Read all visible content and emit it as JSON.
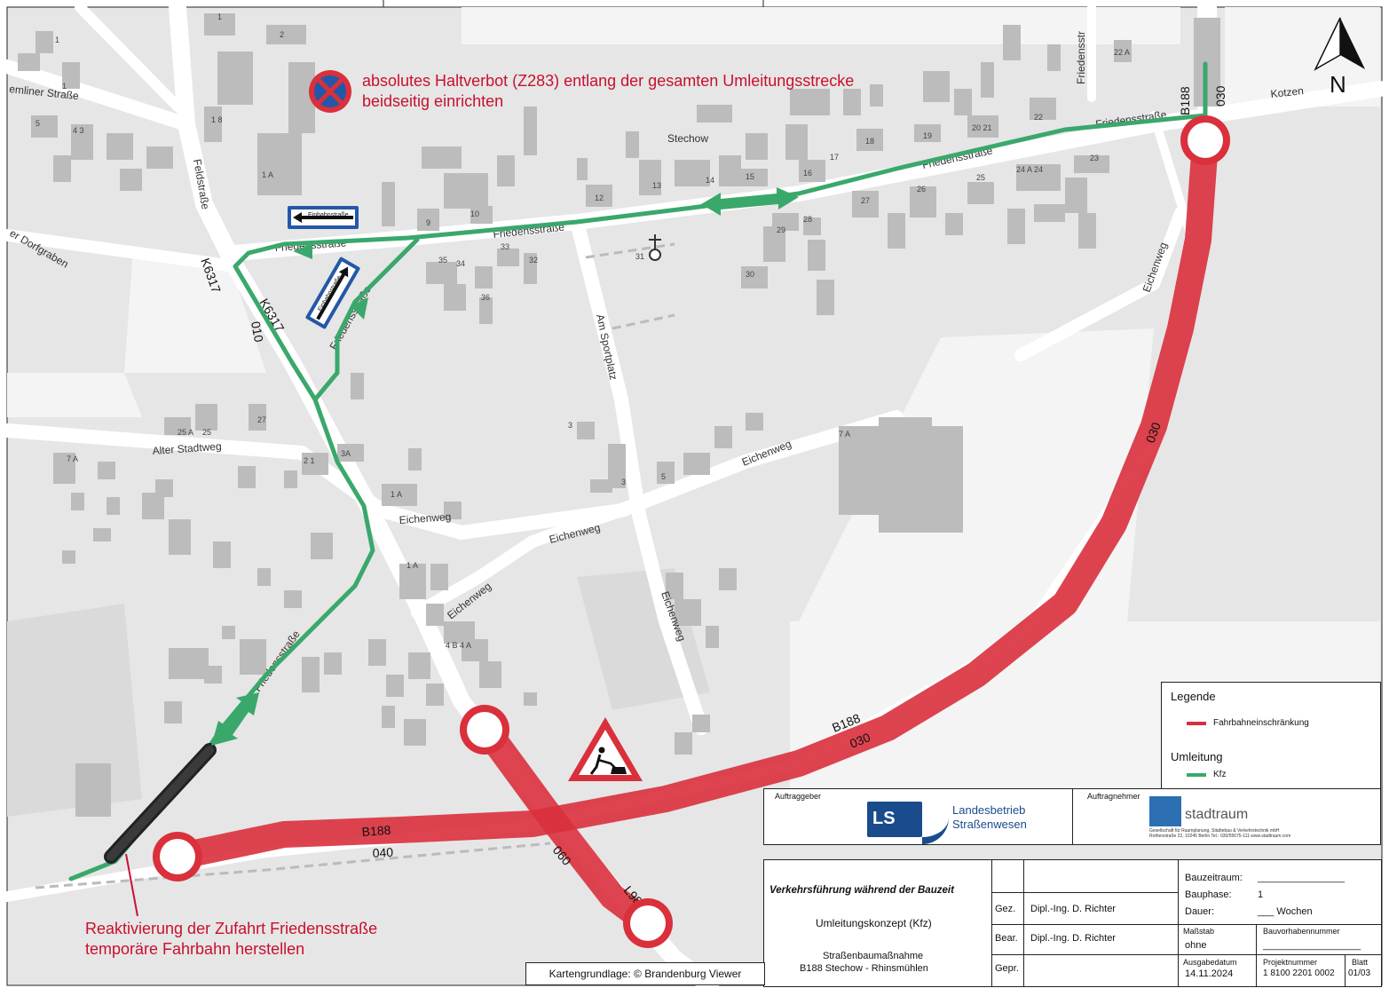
{
  "map": {
    "place_name": "Stechow",
    "north_label": "N",
    "notes": {
      "no_stopping_line1": "absolutes Haltverbot (Z283) entlang der gesamten Umleitungsstrecke",
      "no_stopping_line2": "beidseitig einrichten",
      "reactivation_line1": "Reaktivierung der Zufahrt Friedensstraße",
      "reactivation_line2": "temporäre Fahrbahn herstellen"
    },
    "one_way_sign": "Einbahnstraße",
    "streets": {
      "friedensstrasse": "Friedensstraße",
      "eichenweg": "Eichenweg",
      "am_sportplatz": "Am Sportplatz",
      "alter_stadtweg": "Alter Stadtweg",
      "kotzen": "Kotzen",
      "feldstrasse": "Friedensstr",
      "gemliner": "emliner Straße",
      "dorfgraben": "er Dorfgraben",
      "hauptstrasse": "Feldstraße"
    },
    "road_labels": {
      "b188": "B188",
      "k6317": "K6317",
      "l98": "L98",
      "code_010": "010",
      "code_030": "030",
      "code_040": "040",
      "code_060": "060"
    },
    "colors": {
      "restriction": "#d9303c",
      "detour": "#3aa86b"
    }
  },
  "legend": {
    "title": "Legende",
    "restriction_label": "Fahrbahneinschränkung",
    "detour_title": "Umleitung",
    "detour_label": "Kfz"
  },
  "title_block": {
    "client_label": "Auftraggeber",
    "client_name_line1": "Landesbetrieb",
    "client_name_line2": "Straßenwesen",
    "client_abbr": "LS",
    "contractor_label": "Auftragnehmer",
    "contractor_name": "stadtraum",
    "contractor_sub1": "Gesellschaft für Raumplanung, Städtebau & Verkehrstechnik mbH",
    "contractor_sub2": "Rothenstraße 22, 10245 Berlin  Tel.: 030/55675-111  www.stadtraum.com",
    "project_title": "Verkehrsführung während der Bauzeit",
    "project_sub": "Umleitungskonzept (Kfz)",
    "measure_line1": "Straßenbaumaßnahme",
    "measure_line2": "B188 Stechow - Rhinsmühlen",
    "gez_label": "Gez.",
    "gez_value": "Dipl.-Ing. D. Richter",
    "bear_label": "Bear.",
    "bear_value": "Dipl.-Ing. D. Richter",
    "gepr_label": "Gepr.",
    "bauzeitraum_label": "Bauzeitraum:",
    "bauzeitraum_value": "________________",
    "bauphase_label": "Bauphase:",
    "bauphase_value": "1",
    "dauer_label": "Dauer:",
    "dauer_value": "___ Wochen",
    "massstab_label": "Maßstab",
    "massstab_value": "ohne",
    "bauvorhaben_label": "Bauvorhabennummer",
    "bauvorhaben_value": "__________________",
    "ausgabe_label": "Ausgabedatum",
    "ausgabe_value": "14.11.2024",
    "projekt_label": "Projektnummer",
    "projekt_value": "1 8100 2201 0002",
    "blatt_label": "Blatt",
    "blatt_value": "01/03"
  },
  "credit": "Kartengrundlage: © Brandenburg Viewer"
}
